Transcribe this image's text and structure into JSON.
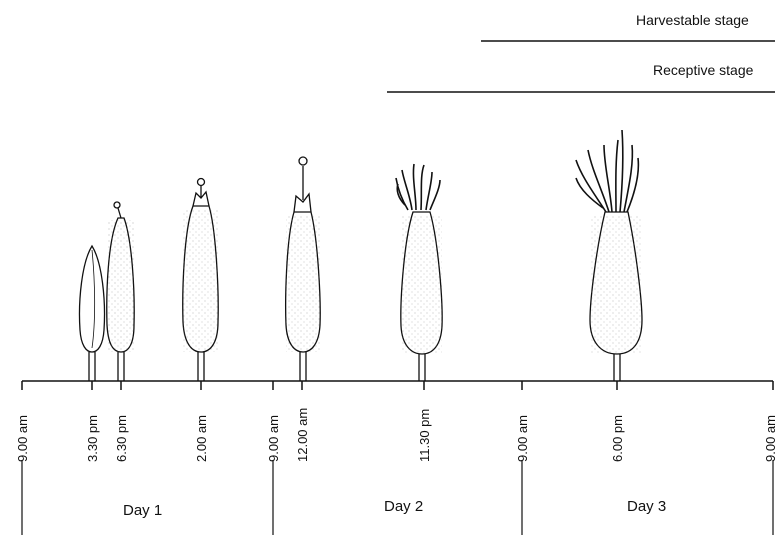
{
  "stages": {
    "harvestable": "Harvestable stage",
    "receptive": "Receptive stage"
  },
  "timeline": {
    "ticks": [
      "9.00 am",
      "3.30 pm",
      "6.30 pm",
      "2.00 am",
      "9.00 am",
      "12.00 am",
      "11.30 pm",
      "9.00 am",
      "6.00 pm",
      "9.00 am"
    ],
    "days": [
      "Day 1",
      "Day 2",
      "Day 3"
    ]
  }
}
